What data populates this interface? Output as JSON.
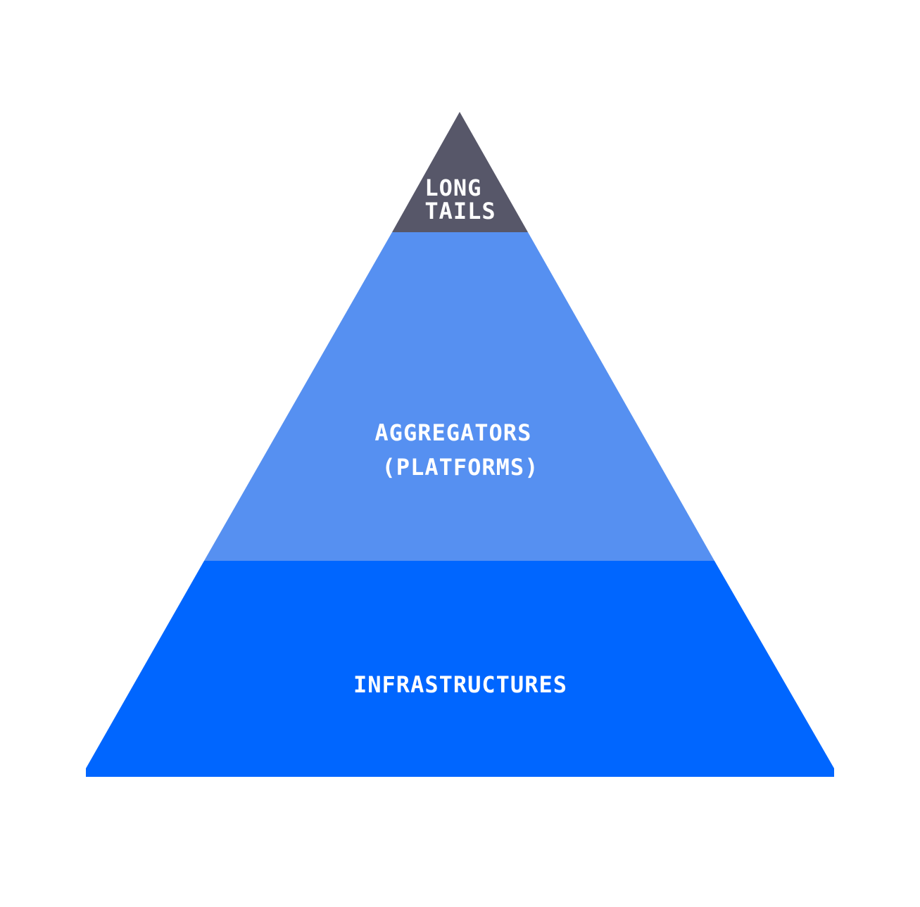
{
  "diagram": {
    "type": "pyramid",
    "tiers": [
      {
        "id": "top",
        "lines": [
          "LONG",
          "TAILS"
        ],
        "color": "#575769"
      },
      {
        "id": "middle",
        "lines": [
          "AGGREGATORS",
          "(PLATFORMS)"
        ],
        "color": "#5690f1"
      },
      {
        "id": "bottom",
        "lines": [
          "INFRASTRUCTURES"
        ],
        "color": "#0066ff"
      }
    ],
    "text_color": "#ffffff",
    "background": "#ffffff"
  }
}
